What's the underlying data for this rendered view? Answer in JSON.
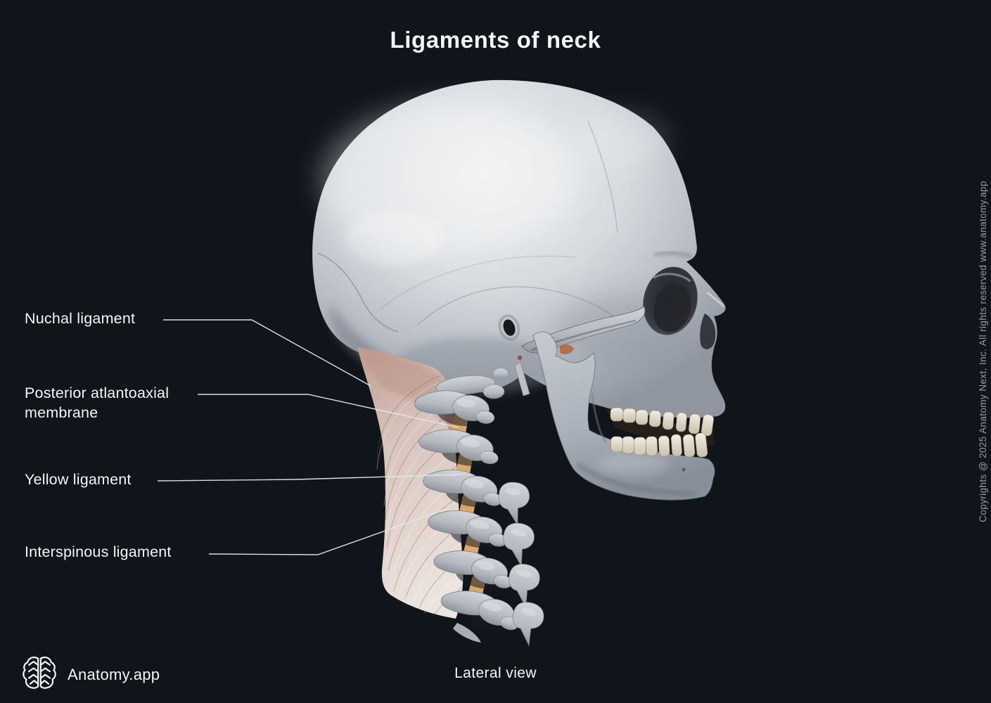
{
  "title": "Ligaments of neck",
  "view": {
    "label": "Lateral view"
  },
  "brand": {
    "name": "Anatomy.app",
    "logo": "brain-icon"
  },
  "copyright": "Copyrights @ 2025 Anatomy Next, Inc. All rights reserved www.anatomy.app",
  "figure": {
    "description": "Lateral view of a human skull with cervical spine showing the ligaments of the neck",
    "labels": [
      {
        "text": "Nuchal ligament"
      },
      {
        "text": "Posterior atlantoaxial membrane"
      },
      {
        "text": "Yellow ligament"
      },
      {
        "text": "Interspinous ligament"
      }
    ]
  },
  "colors": {
    "bg": "#10141b",
    "text": "#f4f5f6",
    "muted": "#989ba1",
    "line": "#e6e8ea",
    "bone": "#c3c8cf",
    "ligament_tissue": "#d9c6be",
    "yellow_ligament": "#d9a868"
  }
}
